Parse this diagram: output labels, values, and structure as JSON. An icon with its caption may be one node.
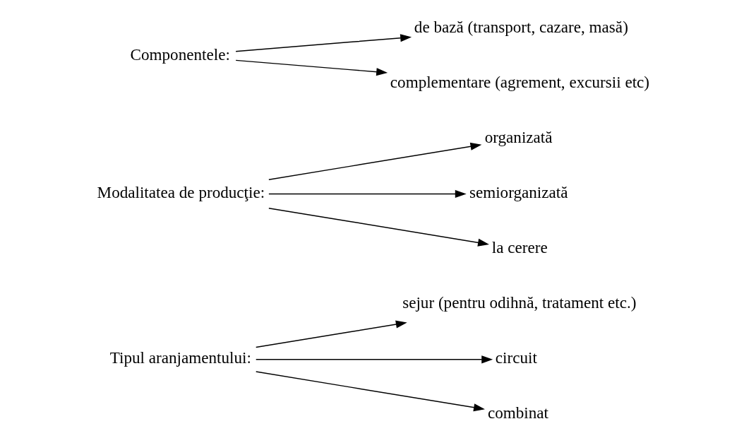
{
  "diagram": {
    "nodes": [
      {
        "text": [
          "Tipul aranjamentului:"
        ]
      },
      {
        "text": [
          "sejur (pentru odihnă, tratament etc.)"
        ]
      },
      {
        "text": [
          "circuit"
        ]
      },
      {
        "text": [
          "combinat"
        ]
      },
      {
        "text": [
          "Modalitatea de producţie:"
        ]
      },
      {
        "text": [
          "organizată"
        ]
      },
      {
        "text": [
          "semiorganizată"
        ]
      },
      {
        "text": [
          "la cerere"
        ]
      },
      {
        "text": [
          "Componentele:"
        ]
      },
      {
        "text": [
          "de bază (transport, cazare, masă)"
        ]
      },
      {
        "text": [
          "complementare (agrement, excursii etc)"
        ]
      }
    ],
    "edges": [
      {
        "from": 0,
        "to": 1,
        "arrow": "to"
      },
      {
        "from": 0,
        "to": 2,
        "arrow": "to"
      },
      {
        "from": 0,
        "to": 3,
        "arrow": "to"
      },
      {
        "from": 4,
        "to": 5,
        "arrow": "to"
      },
      {
        "from": 4,
        "to": 6,
        "arrow": "to"
      },
      {
        "from": 4,
        "to": 7,
        "arrow": "to"
      },
      {
        "from": 8,
        "to": 9,
        "arrow": "to"
      },
      {
        "from": 8,
        "to": 10,
        "arrow": "to"
      }
    ]
  }
}
